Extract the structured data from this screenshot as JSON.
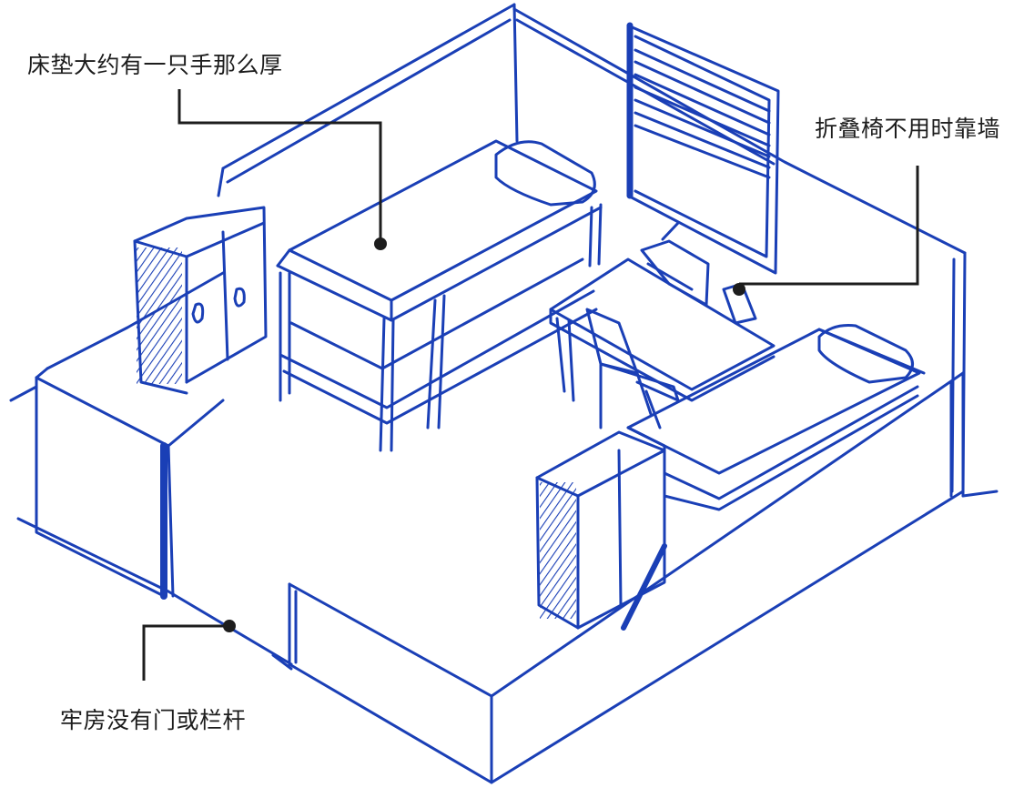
{
  "diagram": {
    "ink_color": "#1a3fb6",
    "leader_color": "#1d1d1d",
    "annotations": {
      "mattress": "床垫大约有一只手那么厚",
      "chair": "折叠椅不用时靠墙",
      "cell": "牢房没有门或栏杆"
    }
  }
}
